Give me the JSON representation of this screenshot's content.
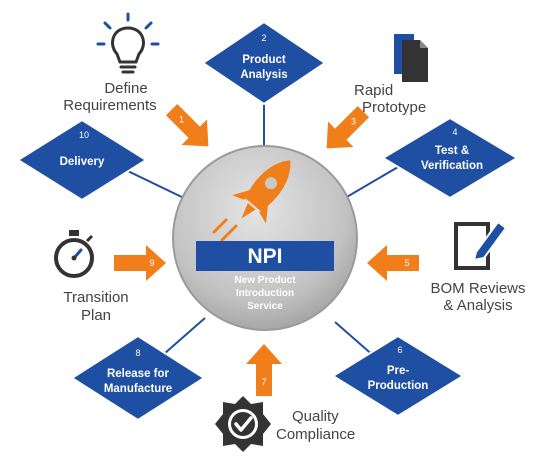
{
  "hub": {
    "title": "NPI",
    "subtitle_lines": [
      "New Product",
      "Introduction",
      "Service"
    ]
  },
  "diamonds": [
    {
      "num": "2",
      "lines": [
        "Product",
        "Analysis"
      ]
    },
    {
      "num": "4",
      "lines": [
        "Test &",
        "Verification"
      ]
    },
    {
      "num": "6",
      "lines": [
        "Pre-",
        "Production"
      ]
    },
    {
      "num": "8",
      "lines": [
        "Release for",
        "Manufacture"
      ]
    },
    {
      "num": "10",
      "lines": [
        "Delivery"
      ]
    }
  ],
  "arrows": [
    {
      "num": "1"
    },
    {
      "num": "3"
    },
    {
      "num": "5"
    },
    {
      "num": "7"
    },
    {
      "num": "9"
    }
  ],
  "labels": [
    {
      "lines": [
        "Define",
        "Requirements"
      ],
      "icon": "lightbulb-icon"
    },
    {
      "lines": [
        "Rapid",
        "Prototype"
      ],
      "icon": "documents-icon"
    },
    {
      "lines": [
        "BOM Reviews",
        "& Analysis"
      ],
      "icon": "edit-document-icon"
    },
    {
      "lines": [
        "Quality",
        "Compliance"
      ],
      "icon": "quality-check-badge-icon"
    },
    {
      "lines": [
        "Transition",
        "Plan"
      ],
      "icon": "stopwatch-icon"
    }
  ],
  "colors": {
    "diamond": "#1f4fa3",
    "diamond_border": "#ffffff",
    "arrow": "#f07f1b",
    "hub_ring": "#b8b8b8",
    "hub_fill": "#c9c9c9",
    "npi_bar": "#1f4fa3",
    "label_text": "#444444",
    "connector": "#1f4fa3",
    "icon": "#333333"
  }
}
